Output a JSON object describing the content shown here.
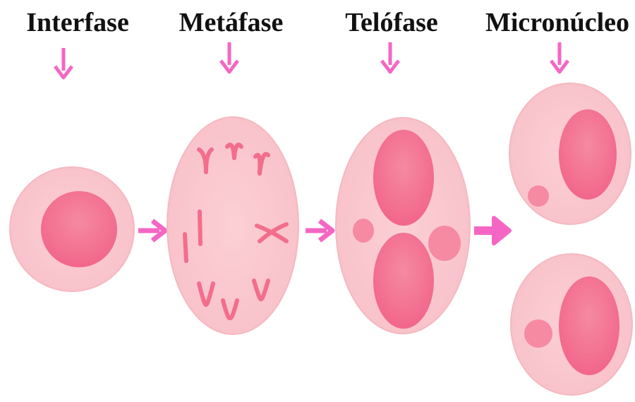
{
  "stages": [
    {
      "label": "Interfase"
    },
    {
      "label": "Metáfase"
    },
    {
      "label": "Telófase"
    },
    {
      "label": "Micronúcleo"
    }
  ],
  "colors": {
    "cytoplasm": "#f9c7cd",
    "cytoplasm_edge": "#f4b3bd",
    "nucleus": "#f36e8c",
    "nucleus_light": "#f58aa2",
    "arrow": "#f566c4",
    "text": "#111111"
  }
}
